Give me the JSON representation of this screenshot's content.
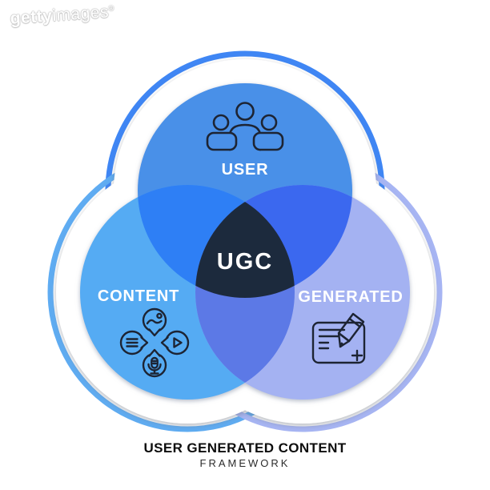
{
  "watermark": {
    "brand_bold": "getty",
    "brand_light": "images",
    "registered": "®"
  },
  "venn": {
    "center_label": "UGC",
    "icon_color": "#1D2433",
    "label_color": "#FFFFFF",
    "circles": [
      {
        "id": "user",
        "label": "USER",
        "color": "#4A90E8",
        "icon": "people-group-icon"
      },
      {
        "id": "content",
        "label": "CONTENT",
        "color": "#55ABF3",
        "icon": "media-bubbles-icon"
      },
      {
        "id": "generated",
        "label": "GENERATED",
        "color": "#A4B2F2",
        "icon": "document-pencil-icon"
      }
    ],
    "overlap_colors": {
      "user_content": "#2E7FF5",
      "user_generated": "#3B68EF",
      "content_generated": "#5C79E6",
      "center": "#1F2A3E"
    },
    "ring_colors": {
      "user": "#3F86F4",
      "content": "#5FACF2",
      "generated": "#A7B5F3"
    }
  },
  "caption": {
    "title": "USER GENERATED CONTENT",
    "subtitle": "FRAMEWORK"
  }
}
